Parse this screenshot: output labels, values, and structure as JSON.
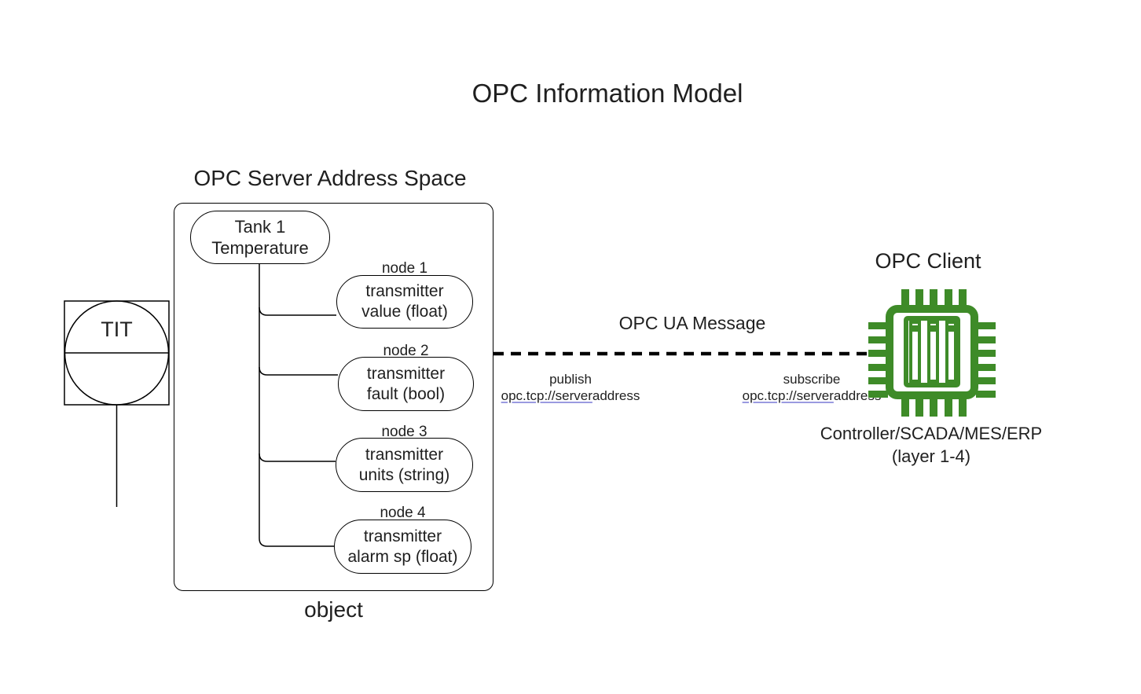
{
  "title": "OPC Information Model",
  "colors": {
    "chip_green": "#3e8b28",
    "link_underline": "#9a9ae0",
    "diagram_stroke": "#000000"
  },
  "instrument": {
    "label": "TIT"
  },
  "server": {
    "heading": "OPC Server Address Space",
    "caption": "object",
    "root": {
      "line1": "Tank 1",
      "line2": "Temperature"
    },
    "nodes": [
      {
        "label": "node 1",
        "line1": "transmitter",
        "line2": "value (float)"
      },
      {
        "label": "node 2",
        "line1": "transmitter",
        "line2": "fault (bool)"
      },
      {
        "label": "node 3",
        "line1": "transmitter",
        "line2": "units (string)"
      },
      {
        "label": "node 4",
        "line1": "transmitter",
        "line2": "alarm sp (float)"
      }
    ]
  },
  "link": {
    "label": "OPC UA Message",
    "publish": {
      "action": "publish",
      "url_linked": "opc.tcp://server",
      "url_plain": "address"
    },
    "subscribe": {
      "action": "subscribe",
      "url_linked": "opc.tcp://server",
      "url_plain": "address"
    }
  },
  "client": {
    "heading": "OPC Client",
    "caption_line1": "Controller/SCADA/MES/ERP",
    "caption_line2": "(layer 1-4)"
  }
}
